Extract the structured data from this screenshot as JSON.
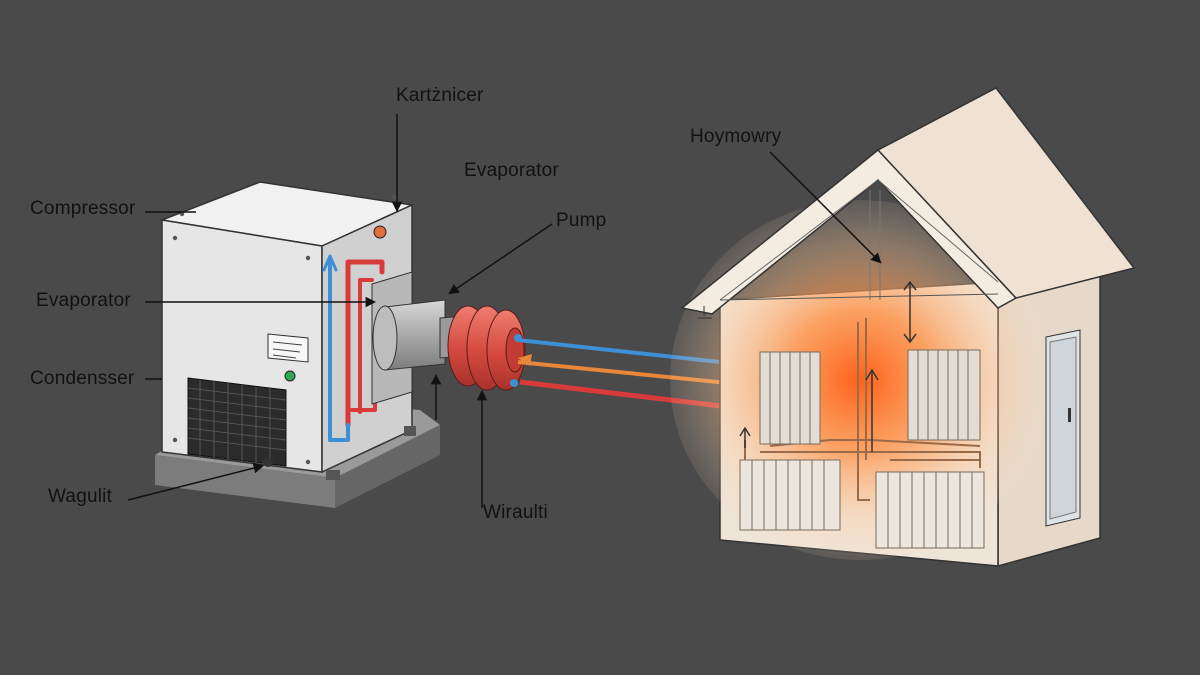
{
  "labels": {
    "compressor": "Compressor",
    "evaporator_left": "Evaporator",
    "condenser": "Condensser",
    "wagulit": "Wagulit",
    "kartznicer": "Kartżnicer",
    "evaporator_top": "Evaporator",
    "pump": "Pump",
    "wiraulti": "Wiraulti",
    "hoymowry": "Hoymowry"
  },
  "colors": {
    "background": "#4a4a4a",
    "unit_front": "#e8e8e8",
    "unit_side": "#d2d2d2",
    "unit_top": "#f3f3f3",
    "house_wall": "#efe4d8",
    "house_roof": "#f4ebe1",
    "heat_core": "#ff6a1a",
    "pipe_hot": "#d93b3b",
    "pipe_cold": "#3d8fd6",
    "pipe_warm": "#e8873a",
    "pump_red": "#d9574c",
    "label_text": "#111111"
  },
  "icons": [
    "arrow-icon",
    "radiator-icon",
    "grille-icon",
    "nameplate-icon",
    "door-icon"
  ]
}
